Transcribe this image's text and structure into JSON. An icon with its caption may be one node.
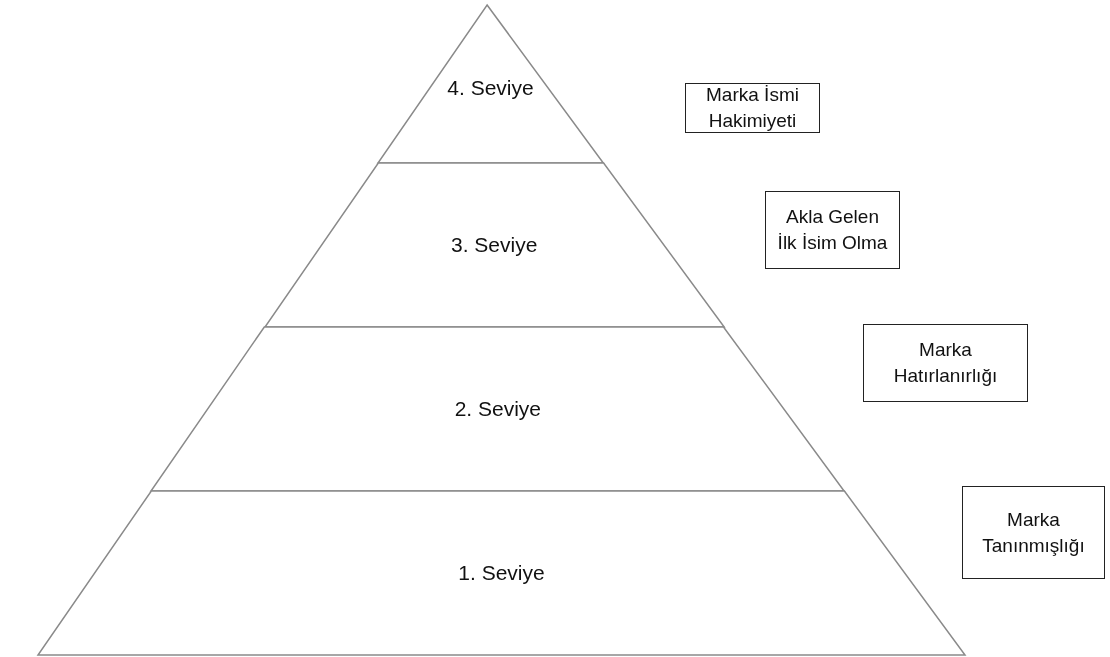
{
  "diagram": {
    "nodes": [
      {
        "text": [
          "4. Seviye"
        ]
      },
      {
        "text": [
          "Marka İsmi Hakimiyeti"
        ]
      },
      {
        "text": [
          "3. Seviye"
        ]
      },
      {
        "text": [
          "Akla Gelen İlk İsim Olma"
        ]
      },
      {
        "text": [
          "2. Seviye"
        ]
      },
      {
        "text": [
          "Marka Hatırlanırlığı"
        ]
      },
      {
        "text": [
          "1. Seviye"
        ]
      },
      {
        "text": [
          "Marka Tanınmışlığı"
        ]
      }
    ]
  }
}
